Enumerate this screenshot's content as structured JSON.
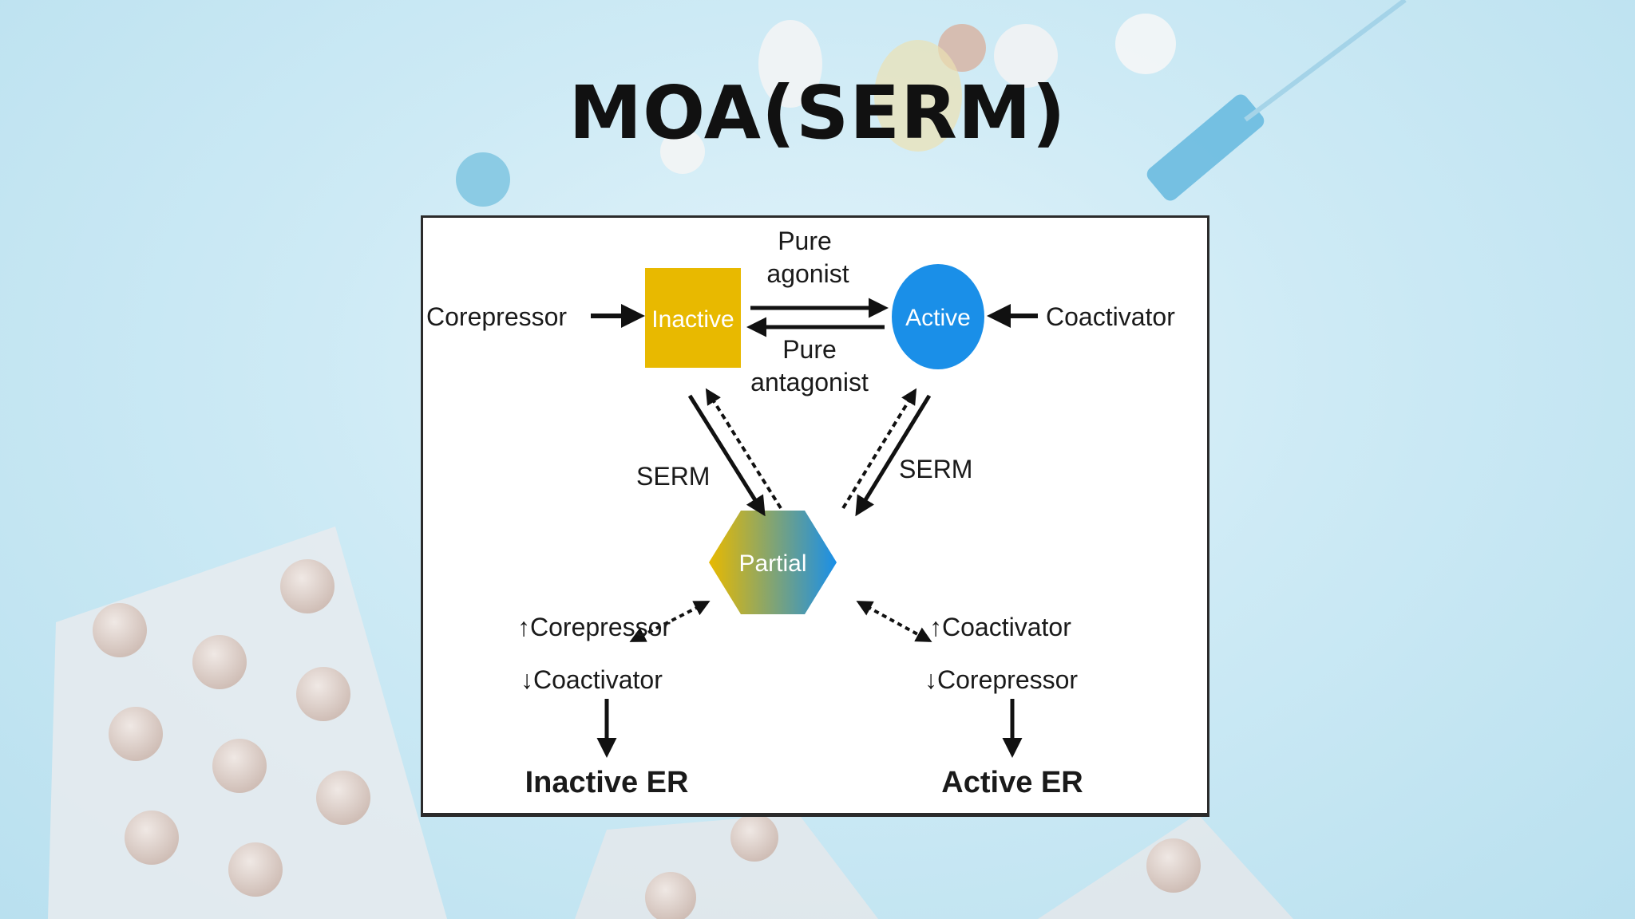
{
  "slide": {
    "title": "MOA(SERM)"
  },
  "diagram": {
    "nodes": {
      "inactive": {
        "label": "Inactive",
        "color": "#e8b900"
      },
      "active": {
        "label": "Active",
        "color": "#1a8fe8"
      },
      "partial": {
        "label": "Partial",
        "color_left": "#e8b900",
        "color_right": "#1a8fe8"
      }
    },
    "labels": {
      "corepressor_input": "Corepressor",
      "coactivator_input": "Coactivator",
      "pure_agonist_line1": "Pure",
      "pure_agonist_line2": "agonist",
      "pure_antagonist_line1": "Pure",
      "pure_antagonist_line2": "antagonist",
      "serm_left": "SERM",
      "serm_right": "SERM",
      "left_up": "Corepressor",
      "left_down": "Coactivator",
      "right_up": "Coactivator",
      "right_down": "Corepressor",
      "inactive_er": "Inactive ER",
      "active_er": "Active ER"
    },
    "glyphs": {
      "up_arrow": "↑",
      "down_arrow": "↓"
    }
  }
}
